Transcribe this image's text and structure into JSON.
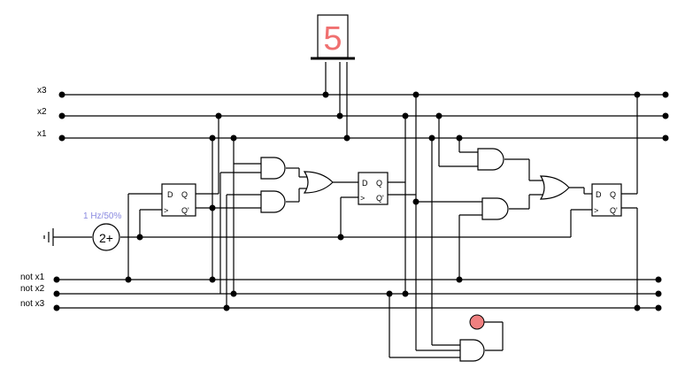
{
  "circuit": {
    "buses": {
      "x3": "x3",
      "x2": "x2",
      "x1": "x1",
      "not_x1": "not x1",
      "not_x2": "not x2",
      "not_x3": "not x3"
    },
    "clock": {
      "label": "1 Hz/50%",
      "symbol": "2+"
    },
    "seven_segment": {
      "digit": "5",
      "segment_color": "#f07070"
    },
    "flip_flops": [
      {
        "name": "ff1",
        "d": "D",
        "q": "Q",
        "clk": ">",
        "qbar": "Q'"
      },
      {
        "name": "ff2",
        "d": "D",
        "q": "Q",
        "clk": ">",
        "qbar": "Q'"
      },
      {
        "name": "ff3",
        "d": "D",
        "q": "Q",
        "clk": ">",
        "qbar": "Q'"
      }
    ],
    "led": {
      "color": "#f08080"
    },
    "ground_symbol": "ground-icon"
  }
}
